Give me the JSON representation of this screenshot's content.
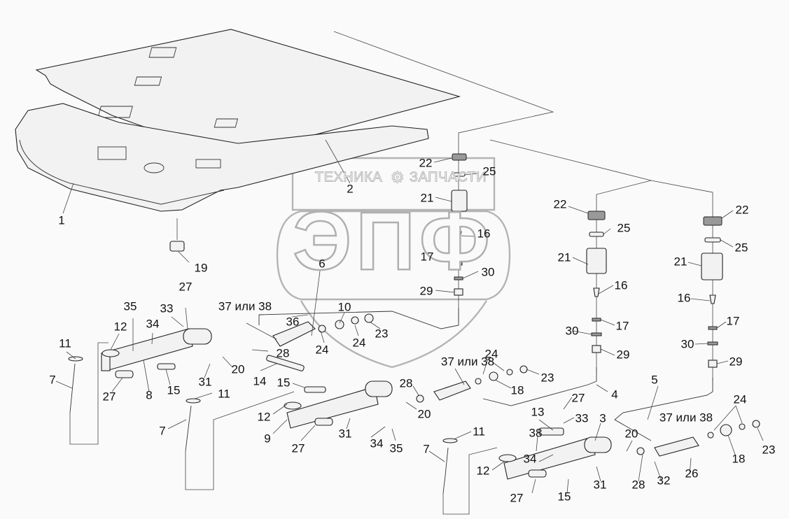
{
  "diagram": {
    "type": "exploded-parts-diagram",
    "subject": "Cab floor and pedal assembly with clutch/brake master cylinders",
    "watermark": {
      "logo_text": "ЭПФ",
      "left_text": "ТЕХНИКА",
      "right_text": "ЗАПЧАСТИ",
      "icon": "gear-icon"
    },
    "callouts": [
      {
        "id": "c1",
        "text": "1"
      },
      {
        "id": "c2",
        "text": "2"
      },
      {
        "id": "c19",
        "text": "19"
      },
      {
        "id": "c6",
        "text": "6"
      },
      {
        "id": "c22a",
        "text": "22"
      },
      {
        "id": "c25a",
        "text": "25"
      },
      {
        "id": "c21a",
        "text": "21"
      },
      {
        "id": "c16a",
        "text": "16"
      },
      {
        "id": "c17a",
        "text": "17"
      },
      {
        "id": "c30a",
        "text": "30"
      },
      {
        "id": "c29a",
        "text": "29"
      },
      {
        "id": "c22b",
        "text": "22"
      },
      {
        "id": "c25b",
        "text": "25"
      },
      {
        "id": "c21b",
        "text": "21"
      },
      {
        "id": "c16b",
        "text": "16"
      },
      {
        "id": "c17b",
        "text": "17"
      },
      {
        "id": "c30b",
        "text": "30"
      },
      {
        "id": "c29b",
        "text": "29"
      },
      {
        "id": "c22c",
        "text": "22"
      },
      {
        "id": "c25c",
        "text": "25"
      },
      {
        "id": "c21c",
        "text": "21"
      },
      {
        "id": "c16c",
        "text": "16"
      },
      {
        "id": "c17c",
        "text": "17"
      },
      {
        "id": "c30c",
        "text": "30"
      },
      {
        "id": "c29c",
        "text": "29"
      },
      {
        "id": "c27a",
        "text": "27"
      },
      {
        "id": "c35a",
        "text": "35"
      },
      {
        "id": "c33a",
        "text": "33"
      },
      {
        "id": "c34a",
        "text": "34"
      },
      {
        "id": "c12a",
        "text": "12"
      },
      {
        "id": "c11a",
        "text": "11"
      },
      {
        "id": "c7a",
        "text": "7"
      },
      {
        "id": "c8",
        "text": "8"
      },
      {
        "id": "c27b",
        "text": "27"
      },
      {
        "id": "c15a",
        "text": "15"
      },
      {
        "id": "c31a",
        "text": "31"
      },
      {
        "id": "c20a",
        "text": "20"
      },
      {
        "id": "c3738a",
        "text": "37 или 38"
      },
      {
        "id": "c36",
        "text": "36"
      },
      {
        "id": "c10",
        "text": "10"
      },
      {
        "id": "c24a",
        "text": "24"
      },
      {
        "id": "c24b",
        "text": "24"
      },
      {
        "id": "c23a",
        "text": "23"
      },
      {
        "id": "c28a",
        "text": "28"
      },
      {
        "id": "c14",
        "text": "14"
      },
      {
        "id": "c15b",
        "text": "15"
      },
      {
        "id": "c11b",
        "text": "11"
      },
      {
        "id": "c7b",
        "text": "7"
      },
      {
        "id": "c12b",
        "text": "12"
      },
      {
        "id": "c9",
        "text": "9"
      },
      {
        "id": "c27c",
        "text": "27"
      },
      {
        "id": "c31b",
        "text": "31"
      },
      {
        "id": "c34b",
        "text": "34"
      },
      {
        "id": "c35b",
        "text": "35"
      },
      {
        "id": "c20b",
        "text": "20"
      },
      {
        "id": "c28b",
        "text": "28"
      },
      {
        "id": "c3738b",
        "text": "37 или 38"
      },
      {
        "id": "c24c",
        "text": "24"
      },
      {
        "id": "c18a",
        "text": "18"
      },
      {
        "id": "c23b",
        "text": "23"
      },
      {
        "id": "c4",
        "text": "4"
      },
      {
        "id": "c5",
        "text": "5"
      },
      {
        "id": "c27d",
        "text": "27"
      },
      {
        "id": "c13",
        "text": "13"
      },
      {
        "id": "c33b",
        "text": "33"
      },
      {
        "id": "c3",
        "text": "3"
      },
      {
        "id": "c38",
        "text": "38"
      },
      {
        "id": "c34c",
        "text": "34"
      },
      {
        "id": "c11c",
        "text": "11"
      },
      {
        "id": "c7c",
        "text": "7"
      },
      {
        "id": "c12c",
        "text": "12"
      },
      {
        "id": "c27e",
        "text": "27"
      },
      {
        "id": "c15c",
        "text": "15"
      },
      {
        "id": "c31c",
        "text": "31"
      },
      {
        "id": "c20c",
        "text": "20"
      },
      {
        "id": "c28c",
        "text": "28"
      },
      {
        "id": "c32",
        "text": "32"
      },
      {
        "id": "c26",
        "text": "26"
      },
      {
        "id": "c3738c",
        "text": "37 или 38"
      },
      {
        "id": "c24d",
        "text": "24"
      },
      {
        "id": "c18b",
        "text": "18"
      },
      {
        "id": "c23c",
        "text": "23"
      }
    ]
  }
}
